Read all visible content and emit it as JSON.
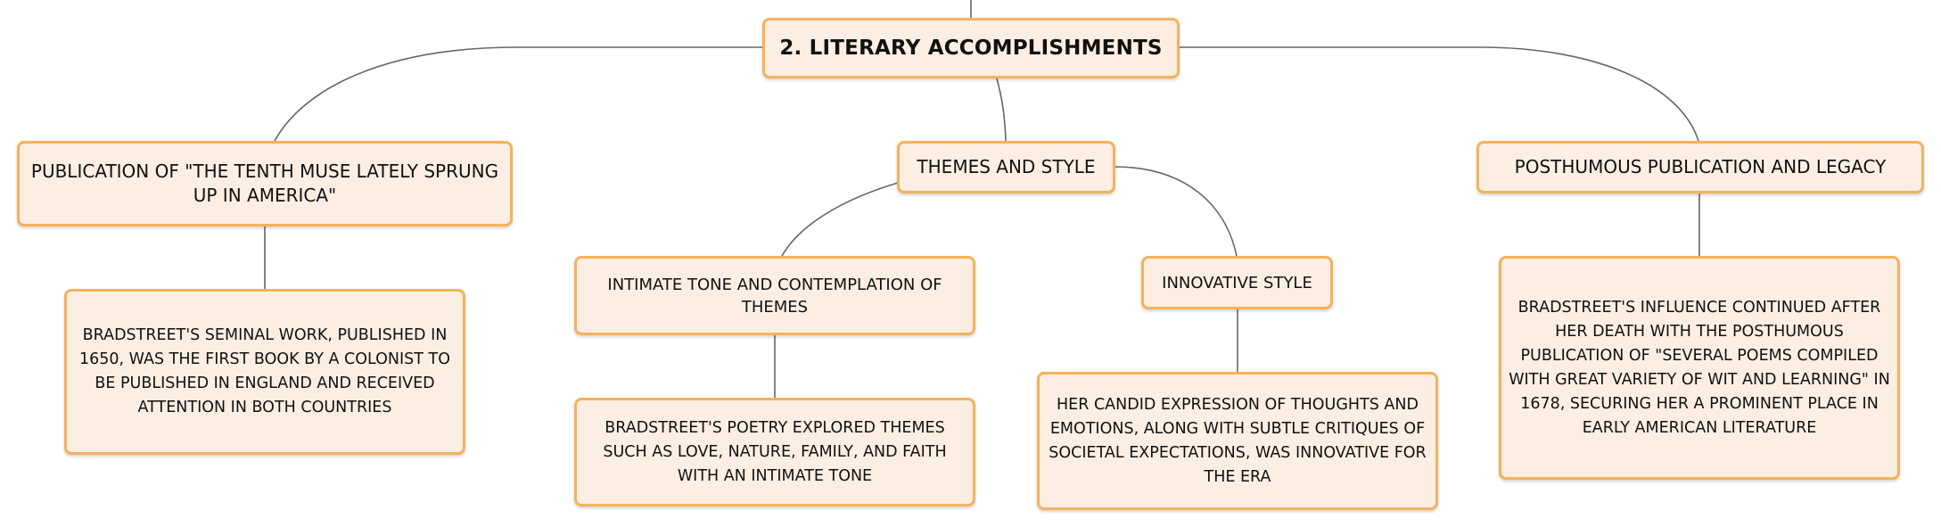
{
  "diagram": {
    "root": {
      "label": "2. Literary Accomplishments"
    },
    "publication": {
      "label": "Publication of \"The Tenth Muse Lately Sprung Up in America\"",
      "detail": "Bradstreet's seminal work, published in 1650, was the first book by a colonist to be published in England and received attention in both countries"
    },
    "themes_style": {
      "label": "Themes and Style",
      "intimate_tone": {
        "label": "Intimate tone and contemplation of themes",
        "detail": "Bradstreet's poetry explored themes such as love, nature, family, and faith with an intimate tone"
      },
      "innovative_style": {
        "label": "Innovative style",
        "detail": "Her candid expression of thoughts and emotions, along with subtle critiques of societal expectations, was innovative for the era"
      }
    },
    "legacy": {
      "label": "Posthumous publication and legacy",
      "detail": "Bradstreet's influence continued after her death with the posthumous publication of \"Several Poems Compiled with Great Variety of Wit and Learning\" in 1678, securing her a prominent place in early American literature"
    },
    "colors": {
      "node_fill": "#fdeee3",
      "node_border": "#f4b25e",
      "connector": "#666666"
    }
  }
}
